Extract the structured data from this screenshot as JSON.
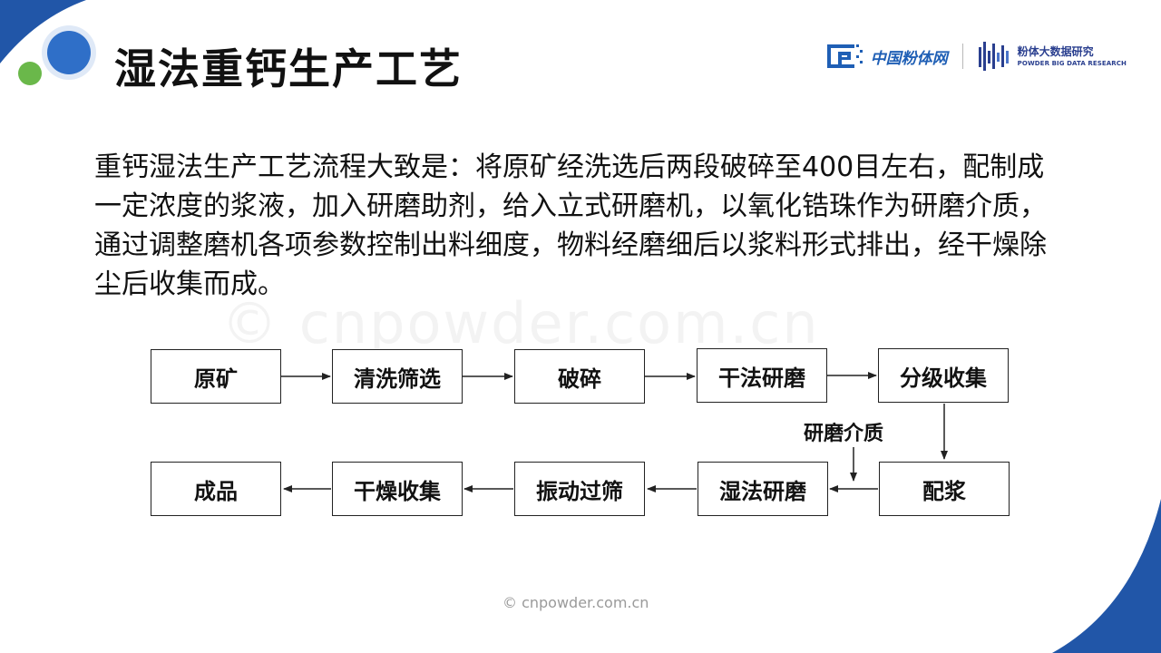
{
  "slide": {
    "title": "湿法重钙生产工艺",
    "paragraph": "重钙湿法生产工艺流程大致是：将原矿经洗选后两段破碎至400目左右，配制成一定浓度的浆液，加入研磨助剂，给入立式研磨机，以氧化锆珠作为研磨介质，通过调整磨机各项参数控制出料细度，物料经磨细后以浆料形式排出，经干燥除尘后收集而成。"
  },
  "logos": {
    "cnpowder_cn": "中国粉体网",
    "research_cn": "粉体大数据研究",
    "research_en": "POWDER BIG DATA RESEARCH"
  },
  "flow": {
    "row1": [
      "原矿",
      "清洗筛选",
      "破碎",
      "干法研磨",
      "分级收集"
    ],
    "row2": [
      "成品",
      "干燥收集",
      "振动过筛",
      "湿法研磨",
      "配浆"
    ],
    "side_label": "研磨介质"
  },
  "watermark": {
    "big": "© cnpowder.com.cn",
    "small": "© cnpowder.com.cn"
  },
  "colors": {
    "accent_blue": "#2156a8",
    "accent_green": "#6ab84a",
    "box_border": "#222222"
  }
}
